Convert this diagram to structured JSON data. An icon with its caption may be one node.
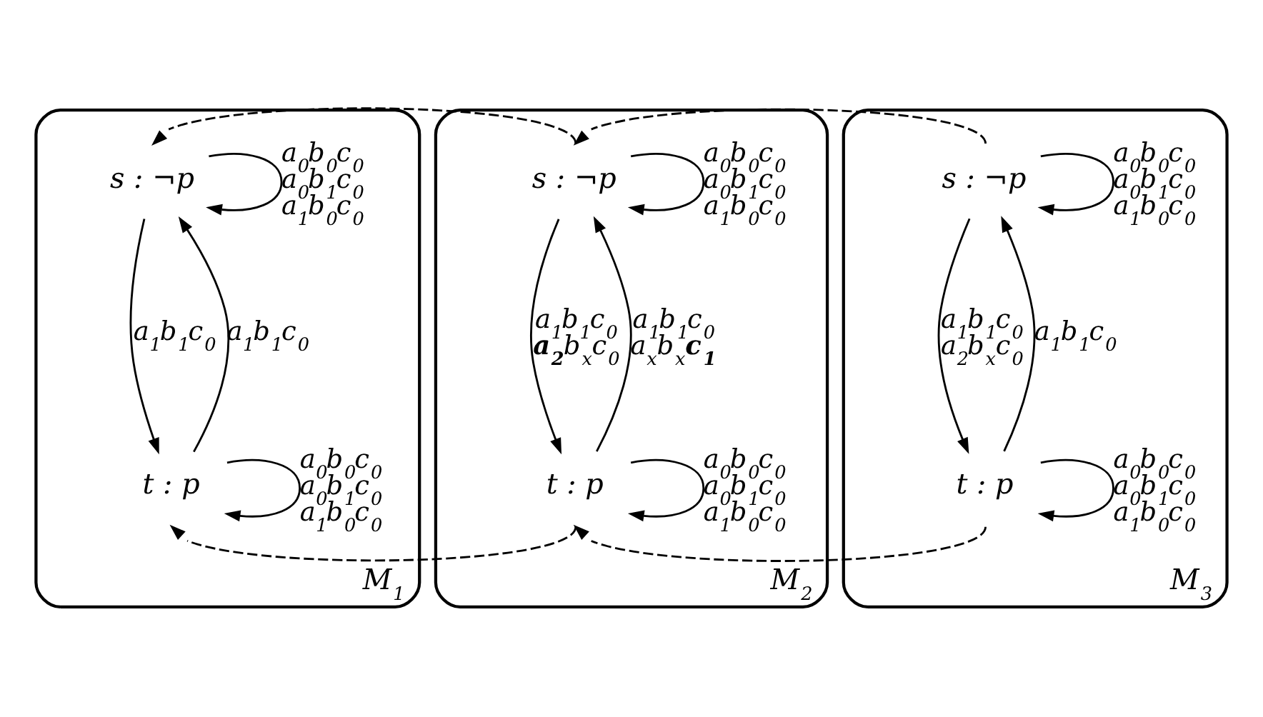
{
  "diagram": {
    "nodes": [
      {
        "text": [
          "M$_{1}$"
        ]
      },
      {
        "text": [
          "s : ¬p"
        ],
        "in": 0
      },
      {
        "text": [
          "t : p"
        ],
        "in": 0
      },
      {
        "text": [
          "M$_{2}$"
        ]
      },
      {
        "text": [
          "s : ¬p"
        ],
        "in": 3
      },
      {
        "text": [
          "t : p"
        ],
        "in": 3
      },
      {
        "text": [
          "M$_{3}$"
        ]
      },
      {
        "text": [
          "s : ¬p"
        ],
        "in": 6
      },
      {
        "text": [
          "t : p"
        ],
        "in": 6
      }
    ],
    "edges": [
      {
        "from": 1,
        "to": 1,
        "arrow": "to",
        "label": "a$_{0}$b$_{0}$c$_{0}$ a$_{0}$b$_{1}$c$_{0}$ a$_{1}$b$_{0}$c$_{0}$"
      },
      {
        "from": 1,
        "to": 2,
        "arrow": "to",
        "label": "a$_{1}$b$_{1}$c$_{0}$"
      },
      {
        "from": 2,
        "to": 1,
        "arrow": "to",
        "label": "a$_{1}$b$_{1}$c$_{0}$"
      },
      {
        "from": 2,
        "to": 2,
        "arrow": "to",
        "label": "a$_{0}$b$_{0}$c$_{0}$ a$_{0}$b$_{1}$c$_{0}$ a$_{1}$b$_{0}$c$_{0}$"
      },
      {
        "from": 4,
        "to": 4,
        "arrow": "to",
        "label": "a$_{0}$b$_{0}$c$_{0}$ a$_{0}$b$_{1}$c$_{0}$ a$_{1}$b$_{0}$c$_{0}$"
      },
      {
        "from": 4,
        "to": 5,
        "arrow": "to",
        "label": "a$_{1}$b$_{1}$c$_{0}$ **a$_{2}$**b$_{x}$c$_{0}$"
      },
      {
        "from": 5,
        "to": 4,
        "arrow": "to",
        "label": "a$_{1}$b$_{1}$c$_{0}$ a$_{x}$b$_{x}$**c$_{1}$**"
      },
      {
        "from": 5,
        "to": 5,
        "arrow": "to",
        "label": "a$_{0}$b$_{0}$c$_{0}$ a$_{0}$b$_{1}$c$_{0}$ a$_{1}$b$_{0}$c$_{0}$"
      },
      {
        "from": 7,
        "to": 7,
        "arrow": "to",
        "label": "a$_{0}$b$_{0}$c$_{0}$ a$_{0}$b$_{1}$c$_{0}$ a$_{1}$b$_{0}$c$_{0}$"
      },
      {
        "from": 7,
        "to": 8,
        "arrow": "to",
        "label": "a$_{1}$b$_{1}$c$_{0}$ a$_{2}$b$_{x}$c$_{0}$"
      },
      {
        "from": 8,
        "to": 7,
        "arrow": "to",
        "label": "a$_{1}$b$_{1}$c$_{0}$"
      },
      {
        "from": 8,
        "to": 8,
        "arrow": "to",
        "label": "a$_{0}$b$_{0}$c$_{0}$ a$_{0}$b$_{1}$c$_{0}$ a$_{1}$b$_{0}$c$_{0}$"
      },
      {
        "from": 4,
        "to": 1,
        "arrow": "to",
        "style": "dashed"
      },
      {
        "from": 7,
        "to": 4,
        "arrow": "to",
        "style": "dashed"
      },
      {
        "from": 5,
        "to": 2,
        "arrow": "to",
        "style": "dashed"
      },
      {
        "from": 8,
        "to": 5,
        "arrow": "to",
        "style": "dashed"
      }
    ]
  }
}
